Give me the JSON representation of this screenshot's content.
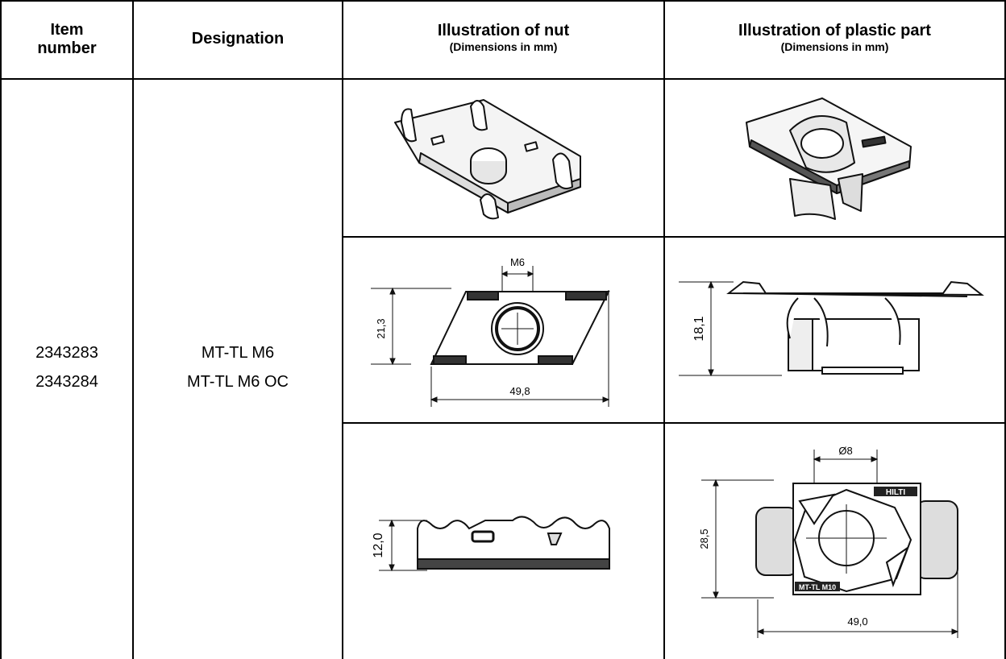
{
  "header": {
    "col1": {
      "line1": "Item",
      "line2": "number"
    },
    "col2": "Designation",
    "col3": {
      "title": "Illustration of nut",
      "sub": "(Dimensions in mm)"
    },
    "col4": {
      "title": "Illustration of plastic part",
      "sub": "(Dimensions in mm)"
    }
  },
  "row": {
    "item_numbers": [
      "2343283",
      "2343284"
    ],
    "designations": [
      "MT-TL M6",
      "MT-TL M6 OC"
    ]
  },
  "dims": {
    "nut_top_width": "M6",
    "nut_top_height": "21,3",
    "nut_top_length": "49,8",
    "plastic_side_height": "18,1",
    "nut_side_height": "12,0",
    "plastic_top_diameter": "Ø8",
    "plastic_top_height": "28,5",
    "plastic_top_length": "49,0",
    "plastic_brand": "HILTI",
    "plastic_label": "MT-TL M10"
  }
}
